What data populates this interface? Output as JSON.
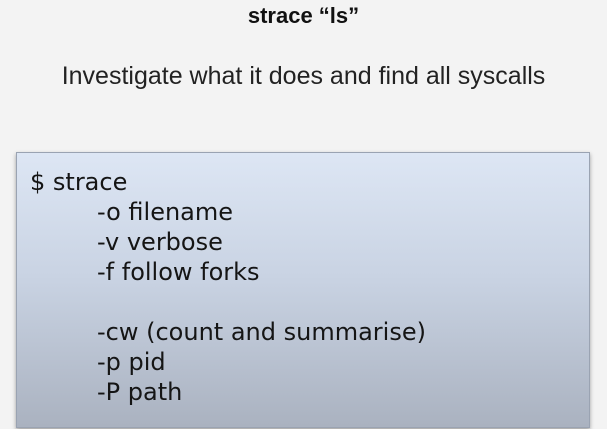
{
  "slide": {
    "title": "strace “ls”",
    "subtitle": "Investigate what it does and find all syscalls"
  },
  "command_box": {
    "command": "$ strace",
    "options": [
      "-o filename",
      "-v verbose",
      "-f follow forks",
      "-cw (count and summarise)",
      "-p pid",
      "-P path"
    ]
  },
  "colors": {
    "background": "#f3f3f3",
    "box_gradient_top": "#dde6f4",
    "box_gradient_bottom": "#aab2c0",
    "text": "#151515"
  }
}
